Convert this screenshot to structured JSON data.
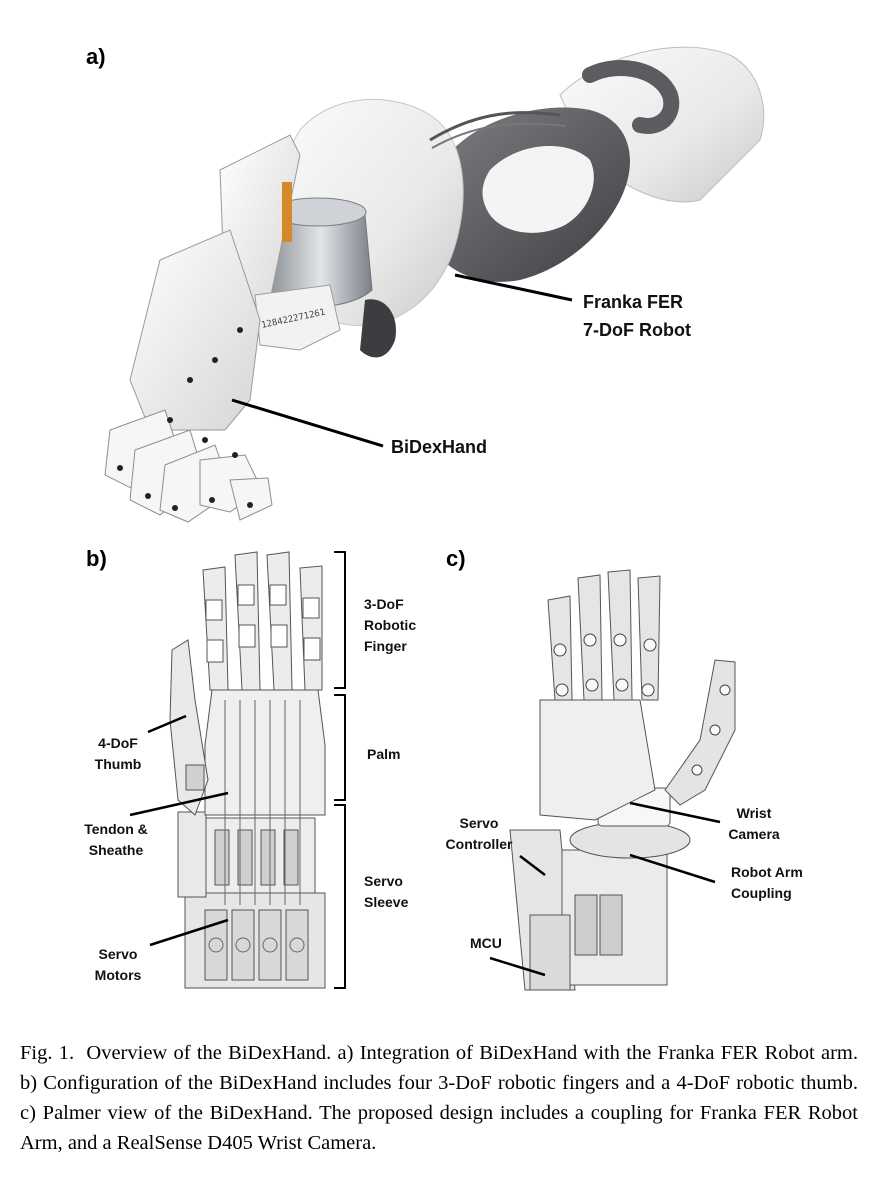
{
  "panels": {
    "a": {
      "label": "a)",
      "annotations": {
        "robot_line1": "Franka FER",
        "robot_line2": "7-DoF Robot",
        "hand": "BiDexHand"
      }
    },
    "b": {
      "label": "b)",
      "annotations": {
        "finger": [
          "3-DoF",
          "Robotic",
          "Finger"
        ],
        "palm": "Palm",
        "thumb": [
          "4-DoF",
          "Thumb"
        ],
        "tendon": [
          "Tendon &",
          "Sheathe"
        ],
        "sleeve": [
          "Servo",
          "Sleeve"
        ],
        "motors": [
          "Servo",
          "Motors"
        ]
      }
    },
    "c": {
      "label": "c)",
      "annotations": {
        "wrist_camera": [
          "Wrist",
          "Camera"
        ],
        "servo_controller": [
          "Servo",
          "Controller"
        ],
        "coupling": [
          "Robot Arm",
          "Coupling"
        ],
        "mcu": "MCU"
      }
    }
  },
  "caption": {
    "label": "Fig. 1.",
    "text": "Overview of the BiDexHand. a) Integration of BiDexHand with the Franka FER Robot arm. b) Configuration of the BiDexHand includes four 3-DoF robotic fingers and a 4-DoF robotic thumb. c) Palmer view of the BiDexHand. The proposed design includes a coupling for Franka FER Robot Arm, and a RealSense D405 Wrist Camera."
  }
}
